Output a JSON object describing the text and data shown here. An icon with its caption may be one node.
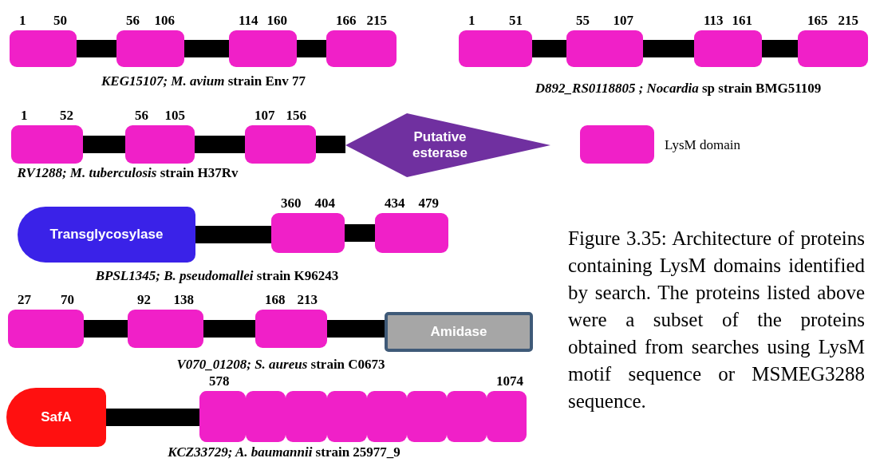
{
  "diagram": {
    "caption": "Figure 3.35: Architecture of proteins containing LysM domains identified by search. The proteins listed above were a subset of the proteins obtained from searches using LysM motif sequence or MSMEG3288 sequence.",
    "nodes": [
      {
        "text": [],
        "shape": "box",
        "beside": [
          "1",
          "50"
        ]
      },
      {
        "text": [],
        "shape": "box",
        "beside": [
          "56",
          "106"
        ]
      },
      {
        "text": [],
        "shape": "box",
        "beside": [
          "114",
          "160"
        ]
      },
      {
        "text": [],
        "shape": "box",
        "beside": [
          "166",
          "215"
        ]
      },
      {
        "text": [],
        "shape": "box",
        "beside": [
          "1",
          "51"
        ]
      },
      {
        "text": [],
        "shape": "box",
        "beside": [
          "55",
          "107"
        ]
      },
      {
        "text": [],
        "shape": "box",
        "beside": [
          "113",
          "161"
        ]
      },
      {
        "text": [],
        "shape": "box",
        "beside": [
          "165",
          "215"
        ]
      },
      {
        "text": [],
        "shape": "box",
        "beside": [
          "1",
          "52"
        ]
      },
      {
        "text": [],
        "shape": "box",
        "beside": [
          "56",
          "105"
        ]
      },
      {
        "text": [],
        "shape": "box",
        "beside": [
          "107",
          "156"
        ]
      },
      {
        "text": [
          "Putative esterase"
        ]
      },
      {
        "text": [
          "Transglycosylase"
        ]
      },
      {
        "text": [],
        "shape": "box",
        "beside": [
          "360",
          "404"
        ]
      },
      {
        "text": [],
        "shape": "box",
        "beside": [
          "434",
          "479"
        ]
      },
      {
        "text": [],
        "shape": "box",
        "beside": [
          "27",
          "70"
        ]
      },
      {
        "text": [],
        "shape": "box",
        "beside": [
          "92",
          "138"
        ]
      },
      {
        "text": [],
        "shape": "box",
        "beside": [
          "168",
          "213"
        ]
      },
      {
        "text": [
          "Amidase"
        ]
      },
      {
        "text": [
          "SafA"
        ]
      },
      {
        "text": [],
        "shape": "box",
        "beside": [
          "578"
        ]
      },
      {
        "text": [],
        "shape": "box"
      },
      {
        "text": [],
        "shape": "box"
      },
      {
        "text": [],
        "shape": "box"
      },
      {
        "text": [],
        "shape": "box"
      },
      {
        "text": [],
        "shape": "box"
      },
      {
        "text": [],
        "shape": "box"
      },
      {
        "text": [],
        "shape": "box",
        "beside": [
          "1074"
        ]
      }
    ],
    "edges": [
      {
        "from": 0,
        "to": 1,
        "arrow": "none"
      },
      {
        "from": 1,
        "to": 2,
        "arrow": "none"
      },
      {
        "from": 2,
        "to": 3,
        "arrow": "none"
      },
      {
        "from": 4,
        "to": 5,
        "arrow": "none"
      },
      {
        "from": 5,
        "to": 6,
        "arrow": "none"
      },
      {
        "from": 6,
        "to": 7,
        "arrow": "none"
      },
      {
        "from": 8,
        "to": 9,
        "arrow": "none"
      },
      {
        "from": 9,
        "to": 10,
        "arrow": "none"
      },
      {
        "from": 10,
        "to": 11,
        "arrow": "none"
      },
      {
        "from": 12,
        "to": 13,
        "arrow": "none"
      },
      {
        "from": 13,
        "to": 14,
        "arrow": "none"
      },
      {
        "from": 15,
        "to": 16,
        "arrow": "none"
      },
      {
        "from": 16,
        "to": 17,
        "arrow": "none"
      },
      {
        "from": 17,
        "to": 18,
        "arrow": "none"
      },
      {
        "from": 19,
        "to": 20,
        "arrow": "none"
      }
    ],
    "labels": [
      "*KEG15107; M. avium* strain Env 77",
      "*D892_RS0118805 ; Nocardia* sp strain BMG51109",
      "*RV1288; M. tuberculosis* strain H37Rv",
      "*BPSL1345; B. pseudomallei* strain K96243",
      "*V070_01208; S. aureus* strain C0673",
      "*KCZ33729; A. baumannii* strain 25977_9"
    ],
    "legend": [
      {
        "text": "LysM domain",
        "color": "#f020c8"
      }
    ]
  }
}
